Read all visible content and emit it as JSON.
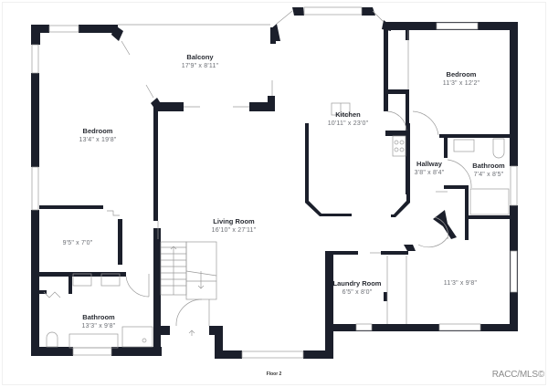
{
  "floor_plan": {
    "floor_label": "Floor 2",
    "watermark": "RACC/MLS©",
    "wall_color": "#1b1f2b",
    "rooms": [
      {
        "id": "balcony",
        "name": "Balcony",
        "dimensions": "17'9\" x 8'11\""
      },
      {
        "id": "bedroom-left",
        "name": "Bedroom",
        "dimensions": "13'4\" x 19'8\""
      },
      {
        "id": "kitchen",
        "name": "Kitchen",
        "dimensions": "10'11\" x 23'0\""
      },
      {
        "id": "bedroom-right",
        "name": "Bedroom",
        "dimensions": "11'3\" x 12'2\""
      },
      {
        "id": "hallway",
        "name": "Hallway",
        "dimensions": "3'8\" x 8'4\""
      },
      {
        "id": "bathroom-right",
        "name": "Bathroom",
        "dimensions": "7'4\" x 8'5\""
      },
      {
        "id": "living-room",
        "name": "Living Room",
        "dimensions": "16'10\" x 27'11\""
      },
      {
        "id": "closet-left",
        "name": "",
        "dimensions": "9'5\" x 7'0\""
      },
      {
        "id": "laundry-room",
        "name": "Laundry Room",
        "dimensions": "6'5\" x 8'0\""
      },
      {
        "id": "room-lower-right",
        "name": "",
        "dimensions": "11'3\" x 9'8\""
      },
      {
        "id": "bathroom-left",
        "name": "Bathroom",
        "dimensions": "13'3\" x 9'8\""
      }
    ]
  }
}
